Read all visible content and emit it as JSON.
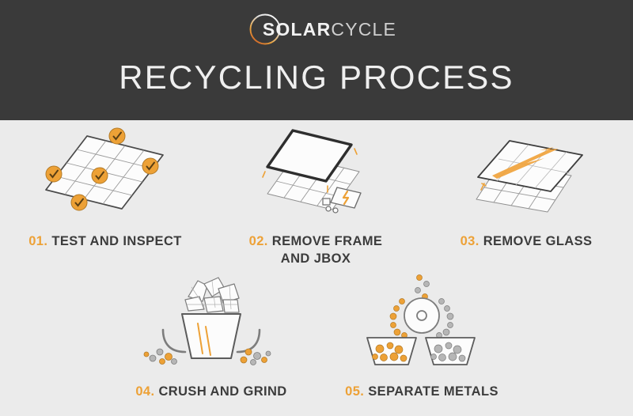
{
  "header": {
    "logo": {
      "icon": "solarcycle-ring-logo",
      "part1": "SOLAR",
      "part2": "CYCLE",
      "ring_gradient_from": "#c4491f",
      "ring_gradient_mid": "#e9a13b",
      "ring_gradient_to": "#f2f2f2"
    },
    "title": "RECYCLING PROCESS",
    "background_color": "#3a3a3a",
    "title_color": "#efefef"
  },
  "theme": {
    "accent_orange": "#eda136",
    "glass_orange": "#f0a33c",
    "dark_gray": "#3c3c3c",
    "line_gray": "#6e6e6e",
    "granule_gray": "#a8a8a8",
    "body_background": "#ebebeb"
  },
  "steps": [
    {
      "number": "01.",
      "label": "TEST AND INSPECT",
      "label_lines": [
        "TEST AND INSPECT"
      ],
      "icon": "solar-panel-with-checkmarks-icon",
      "check_badge_count": 5
    },
    {
      "number": "02.",
      "label": "REMOVE FRAME AND JBOX",
      "label_lines": [
        "REMOVE FRAME",
        "AND JBOX"
      ],
      "icon": "panel-frame-and-junction-box-icon"
    },
    {
      "number": "03.",
      "label": "REMOVE GLASS",
      "label_lines": [
        "REMOVE GLASS"
      ],
      "icon": "panel-glass-sheet-removal-icon"
    },
    {
      "number": "04.",
      "label": "CRUSH AND GRIND",
      "label_lines": [
        "CRUSH AND GRIND"
      ],
      "icon": "crusher-hopper-with-granules-icon"
    },
    {
      "number": "05.",
      "label": "SEPARATE METALS",
      "label_lines": [
        "SEPARATE METALS"
      ],
      "icon": "separator-disc-with-two-bins-icon"
    }
  ]
}
